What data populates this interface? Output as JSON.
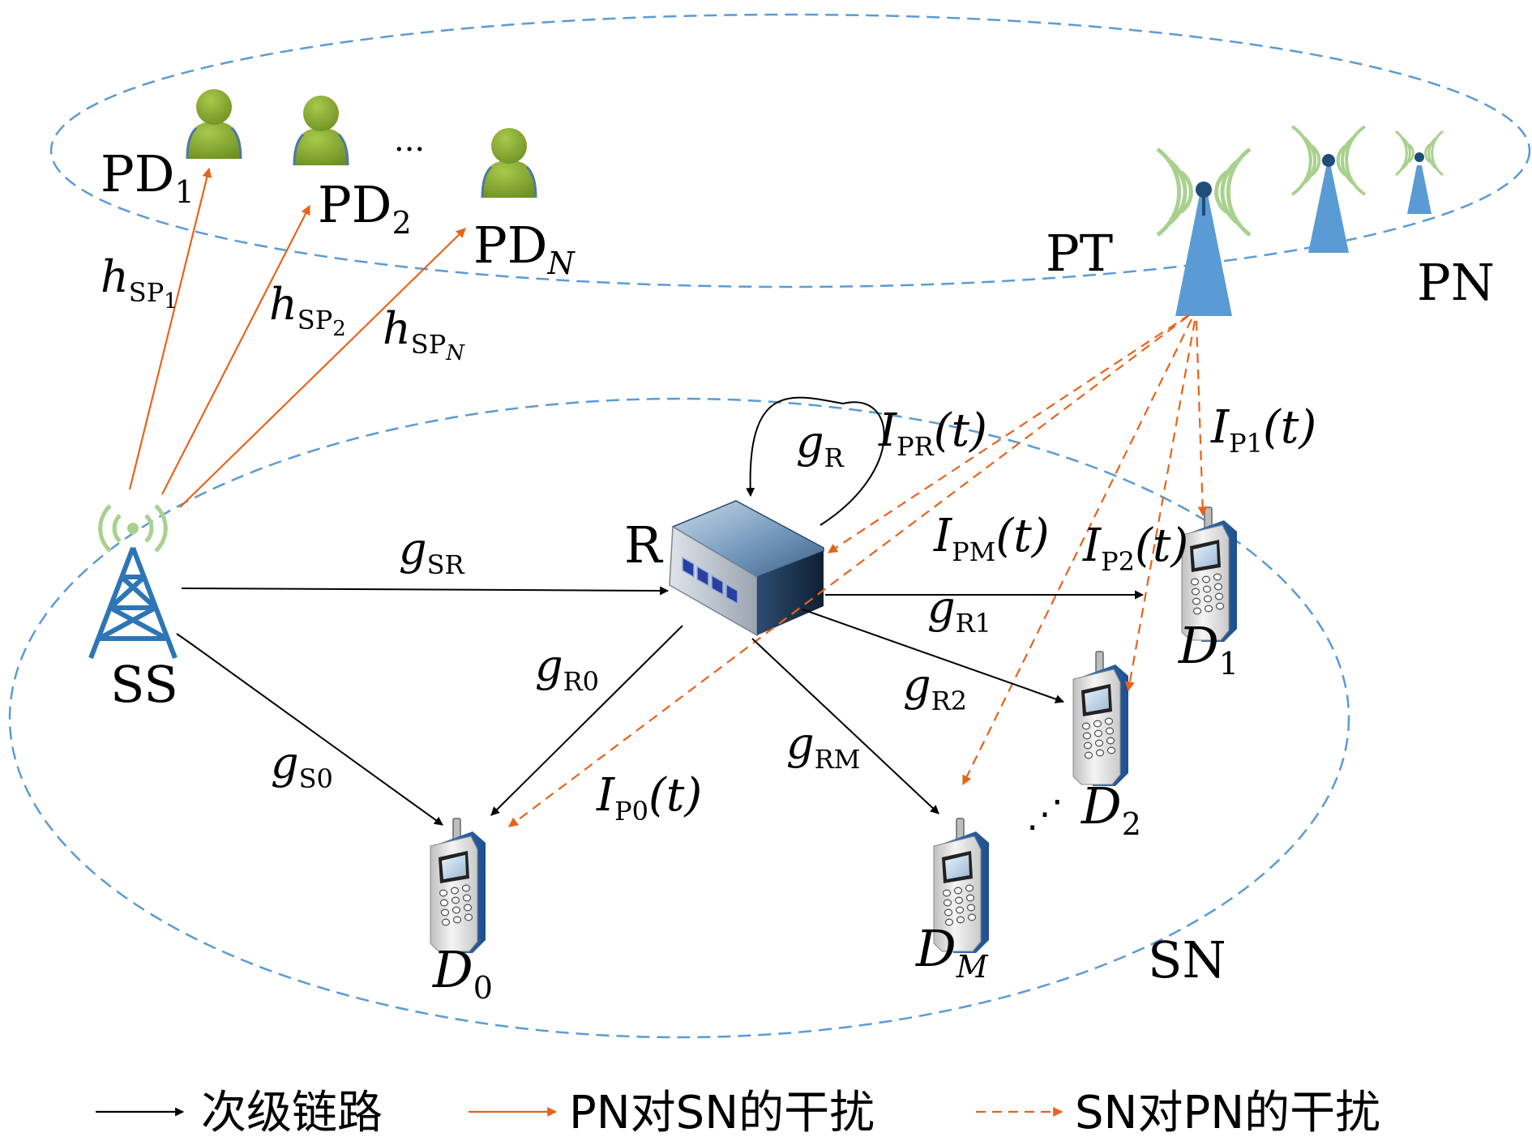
{
  "nodes": {
    "pd1": {
      "base": "PD",
      "sub": "1"
    },
    "pd2": {
      "base": "PD",
      "sub": "2"
    },
    "pdn": {
      "base": "PD",
      "sub": "N"
    },
    "pd_dots": "···",
    "pt": "PT",
    "pn": "PN",
    "sn": "SN",
    "ss": "SS",
    "r": "R",
    "d0": {
      "base": "D",
      "sub": "0"
    },
    "d1": {
      "base": "D",
      "sub": "1"
    },
    "d2": {
      "base": "D",
      "sub": "2"
    },
    "dm": {
      "base": "D",
      "sub": "M"
    },
    "d_dots": "⋰"
  },
  "channels": {
    "h_sp1": {
      "base": "h",
      "sub": "SP",
      "subsub": "1"
    },
    "h_sp2": {
      "base": "h",
      "sub": "SP",
      "subsub": "2"
    },
    "h_spn": {
      "base": "h",
      "sub": "SP",
      "subsub": "N"
    },
    "g_r": {
      "base": "g",
      "sub": "R"
    },
    "g_sr": {
      "base": "g",
      "sub": "SR"
    },
    "g_r0": {
      "base": "g",
      "sub": "R0"
    },
    "g_s0": {
      "base": "g",
      "sub": "S0"
    },
    "g_r1": {
      "base": "g",
      "sub": "R1"
    },
    "g_r2": {
      "base": "g",
      "sub": "R2"
    },
    "g_rm": {
      "base": "g",
      "sub": "RM"
    }
  },
  "interference": {
    "i_pr": {
      "base": "I",
      "sub": "PR",
      "arg": "(t)"
    },
    "i_p1": {
      "base": "I",
      "sub": "P1",
      "arg": "(t)"
    },
    "i_pm": {
      "base": "I",
      "sub": "PM",
      "arg": "(t)"
    },
    "i_p2": {
      "base": "I",
      "sub": "P2",
      "arg": "(t)"
    },
    "i_p0": {
      "base": "I",
      "sub": "P0",
      "arg": "(t)"
    }
  },
  "legend": {
    "secondary_link": "次级链路",
    "pn_to_sn": "PN对SN的干扰",
    "sn_to_pn": "SN对PN的干扰"
  },
  "colors": {
    "black_link": "#000000",
    "orange_link": "#E8631A",
    "network_ellipse": "#5B9BD5",
    "tower_blue": "#5B9BD5",
    "wave_green": "#A9D18E",
    "user_green": "#8CB033"
  },
  "icons": [
    "user-icon",
    "base-station-icon",
    "lattice-tower-icon",
    "relay-router-icon",
    "mobile-phone-icon"
  ]
}
